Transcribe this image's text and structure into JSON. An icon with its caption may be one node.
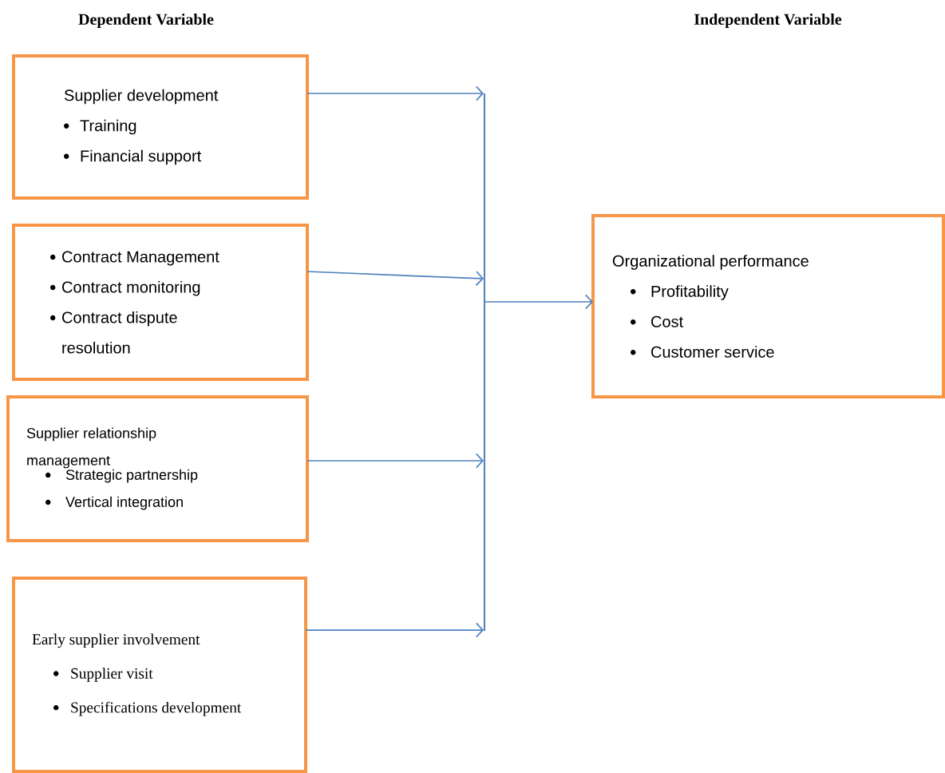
{
  "diagram": {
    "nodes": [
      {
        "text": [
          "Supplier development",
          "Training",
          "Financial support"
        ]
      },
      {
        "text": [
          "Contract Management",
          "Contract monitoring",
          "Contract dispute resolution"
        ]
      },
      {
        "text": [
          "Supplier relationship management",
          "Strategic partnership",
          "Vertical integration"
        ]
      },
      {
        "text": [
          "Early supplier involvement",
          "Supplier visit",
          "Specifications development"
        ]
      },
      {
        "text": [
          "Organizational performance",
          "Profitability",
          "Cost",
          "Customer service"
        ]
      },
      {
        "text": [],
        "shape": "bar"
      }
    ],
    "edges": [
      {
        "from": 0,
        "to": 5,
        "arrow": "to"
      },
      {
        "from": 1,
        "to": 5,
        "arrow": "to"
      },
      {
        "from": 2,
        "to": 5,
        "arrow": "to"
      },
      {
        "from": 3,
        "to": 5,
        "arrow": "to"
      },
      {
        "from": 5,
        "to": 4,
        "arrow": "to"
      }
    ],
    "labels": [
      "Dependent Variable",
      "Independent Variable"
    ]
  }
}
